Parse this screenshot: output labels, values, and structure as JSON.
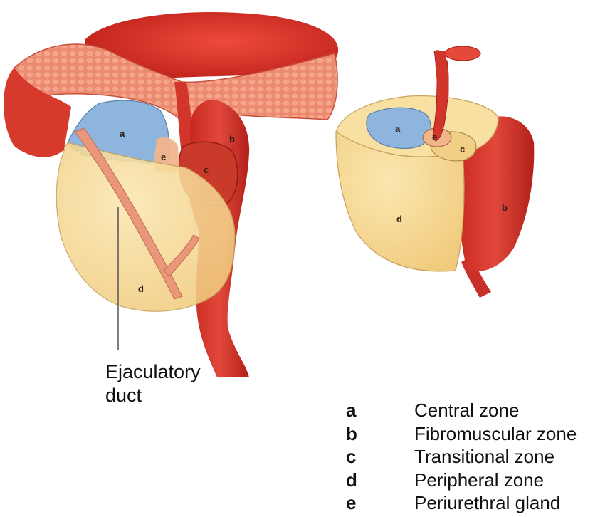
{
  "caption": {
    "line1": "Ejaculatory",
    "line2": "duct"
  },
  "zones": [
    {
      "key": "a",
      "label": "Central zone",
      "color": "#8db5dd"
    },
    {
      "key": "b",
      "label": "Fibromuscular zone",
      "color": "#c8302a"
    },
    {
      "key": "c",
      "label": "Transitional zone",
      "color": "#f2cf86"
    },
    {
      "key": "d",
      "label": "Peripheral zone",
      "color": "#f5d38c"
    },
    {
      "key": "e",
      "label": "Periurethral gland",
      "color": "#f0b58c"
    }
  ],
  "colors": {
    "muscle": "#d42f27",
    "dark_muscle": "#b8241e",
    "tissue": "#e9967a"
  }
}
